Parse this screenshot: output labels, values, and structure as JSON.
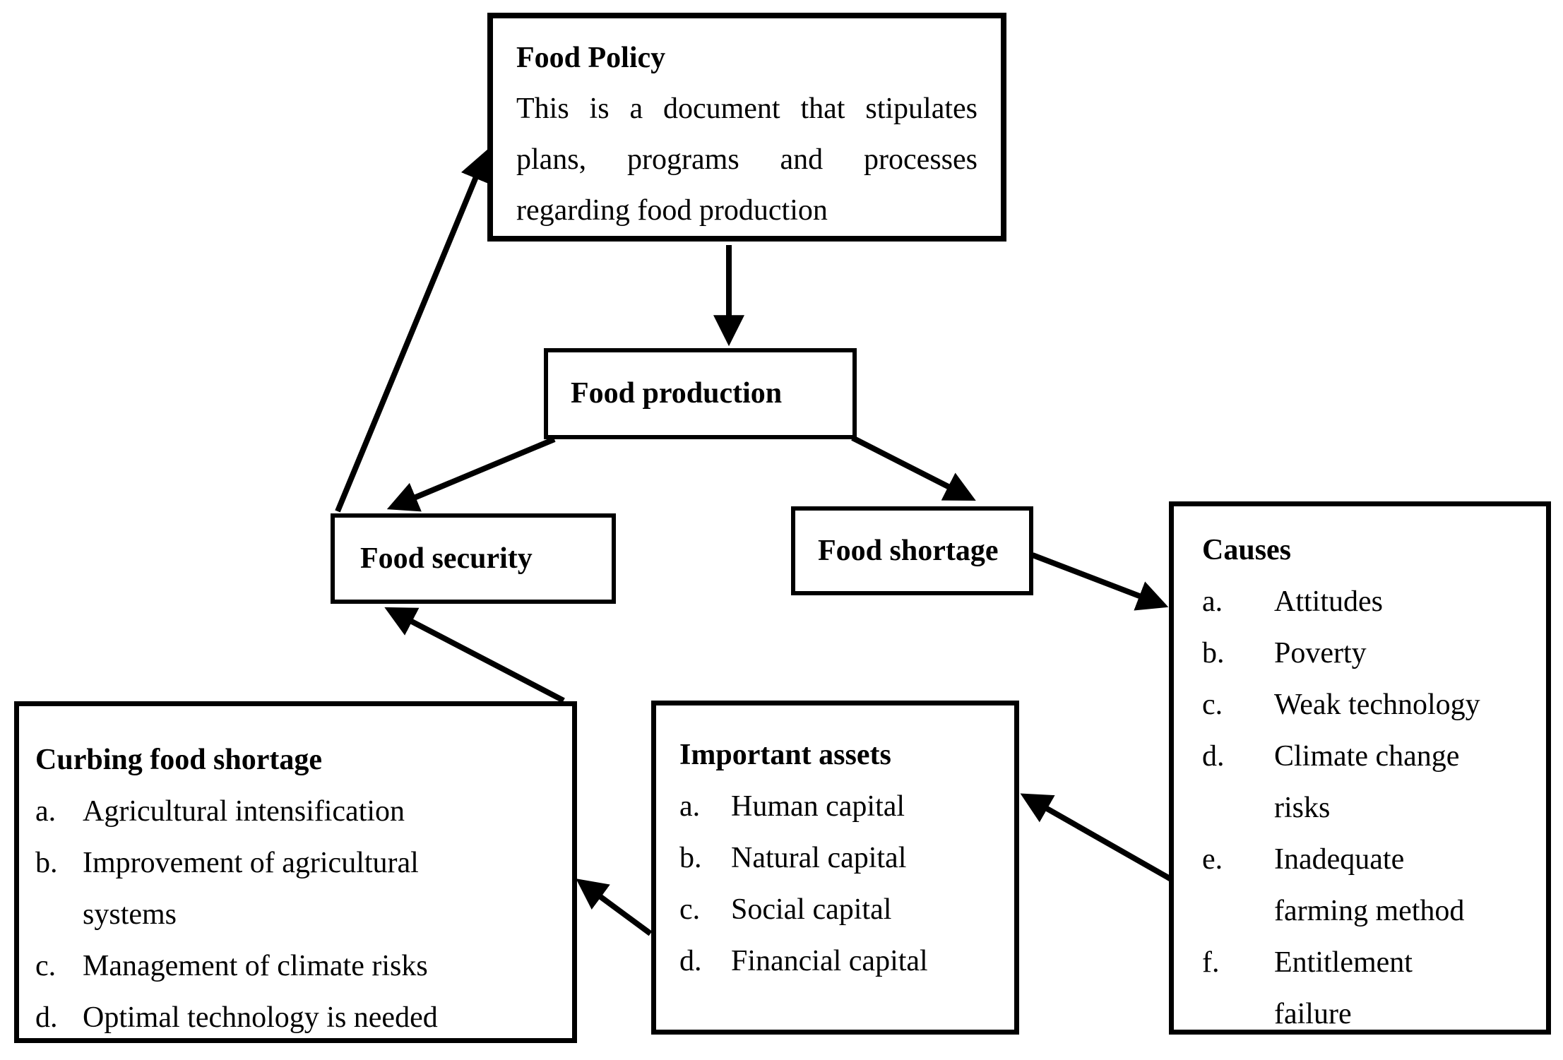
{
  "boxes": {
    "food_policy": {
      "title": "Food Policy",
      "description": "This is a document that stipulates plans, programs and processes regarding food production"
    },
    "food_production": {
      "label": "Food production"
    },
    "food_security": {
      "label": "Food security"
    },
    "food_shortage": {
      "label": "Food shortage"
    },
    "causes": {
      "title": "Causes",
      "items": [
        {
          "letter": "a.",
          "text": "Attitudes"
        },
        {
          "letter": "b.",
          "text": "Poverty"
        },
        {
          "letter": "c.",
          "text": "Weak technology"
        },
        {
          "letter": "d.",
          "text": "Climate change\nrisks"
        },
        {
          "letter": "e.",
          "text": "Inadequate\nfarming method"
        },
        {
          "letter": "f.",
          "text": "Entitlement\nfailure"
        }
      ]
    },
    "important_assets": {
      "title": "Important assets",
      "items": [
        {
          "letter": "a.",
          "text": "Human capital"
        },
        {
          "letter": "b.",
          "text": "Natural capital"
        },
        {
          "letter": "c.",
          "text": "Social capital"
        },
        {
          "letter": "d.",
          "text": "Financial capital"
        }
      ]
    },
    "curbing_food_shortage": {
      "title": "Curbing food shortage",
      "items": [
        {
          "letter": "a.",
          "text": "Agricultural intensification"
        },
        {
          "letter": "b.",
          "text": "Improvement of agricultural\nsystems"
        },
        {
          "letter": "c.",
          "text": "Management of climate risks"
        },
        {
          "letter": "d.",
          "text": "Optimal technology is needed"
        }
      ]
    }
  },
  "arrows": [
    {
      "from": "food_policy",
      "to": "food_production"
    },
    {
      "from": "food_production",
      "to": "food_security"
    },
    {
      "from": "food_production",
      "to": "food_shortage"
    },
    {
      "from": "food_security",
      "to": "food_policy"
    },
    {
      "from": "food_shortage",
      "to": "causes"
    },
    {
      "from": "causes",
      "to": "important_assets"
    },
    {
      "from": "important_assets",
      "to": "curbing_food_shortage"
    },
    {
      "from": "curbing_food_shortage",
      "to": "food_security"
    }
  ],
  "colors": {
    "ink": "#000000",
    "background": "#ffffff"
  }
}
